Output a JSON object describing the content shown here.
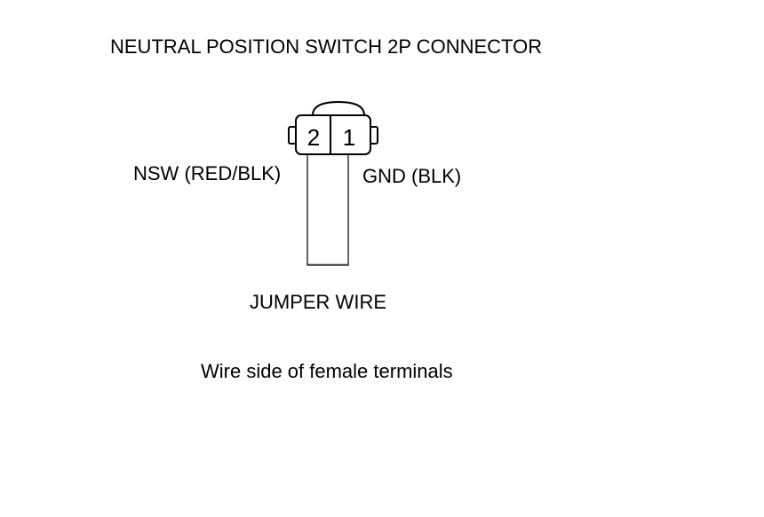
{
  "title": "NEUTRAL POSITION SWITCH 2P CONNECTOR",
  "connector": {
    "terminals": [
      {
        "number": "2",
        "wire_label": "NSW (RED/BLK)"
      },
      {
        "number": "1",
        "wire_label": "GND (BLK)"
      }
    ]
  },
  "jumper_label": "JUMPER WIRE",
  "caption": "Wire side of female terminals",
  "colors": {
    "line": "#000000",
    "jumper": "#8a8a8a",
    "background": "#ffffff"
  }
}
